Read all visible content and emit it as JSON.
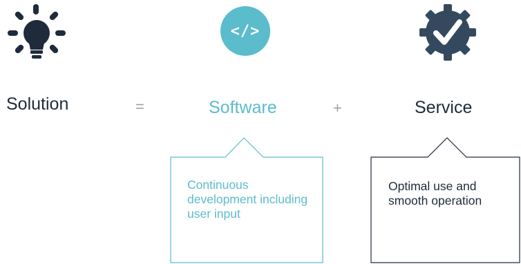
{
  "colors": {
    "dark": "#1f2b3a",
    "teal": "#5bbccb",
    "operator_gray": "#9aa3ad"
  },
  "icons": {
    "solution": "lightbulb-icon",
    "software": "code-icon",
    "service": "gear-checkmark-icon"
  },
  "icon_glyphs": {
    "code": "</>"
  },
  "terms": {
    "solution": "Solution",
    "software": "Software",
    "service": "Service"
  },
  "operators": {
    "equals": "=",
    "plus": "+"
  },
  "callouts": {
    "software": "Continuous development including user input",
    "service": "Optimal use and smooth operation"
  }
}
